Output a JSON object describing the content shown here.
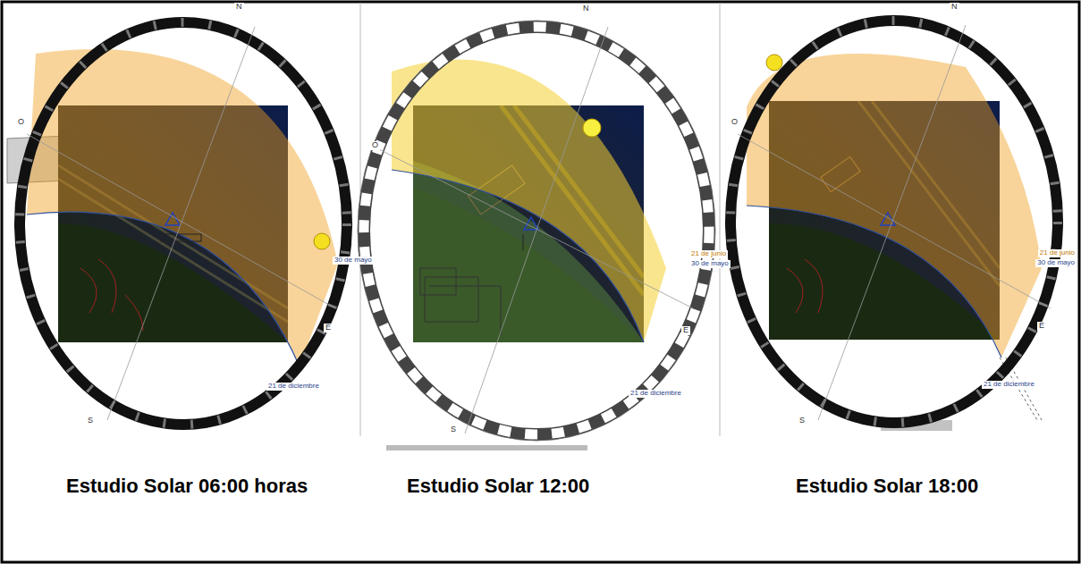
{
  "diagram": {
    "labels": [
      "N",
      "O",
      "E",
      "S",
      "30 de mayo",
      "21 de diciembre",
      "N",
      "O",
      "E",
      "S",
      "21 de junio",
      "30 de mayo",
      "21 de diciembre",
      "N",
      "O",
      "E",
      "S",
      "21 de junio",
      "30 de mayo",
      "21 de diciembre",
      "Estudio Solar 06:00 horas",
      "Estudio Solar 12:00",
      "Estudio Solar 18:00"
    ]
  }
}
